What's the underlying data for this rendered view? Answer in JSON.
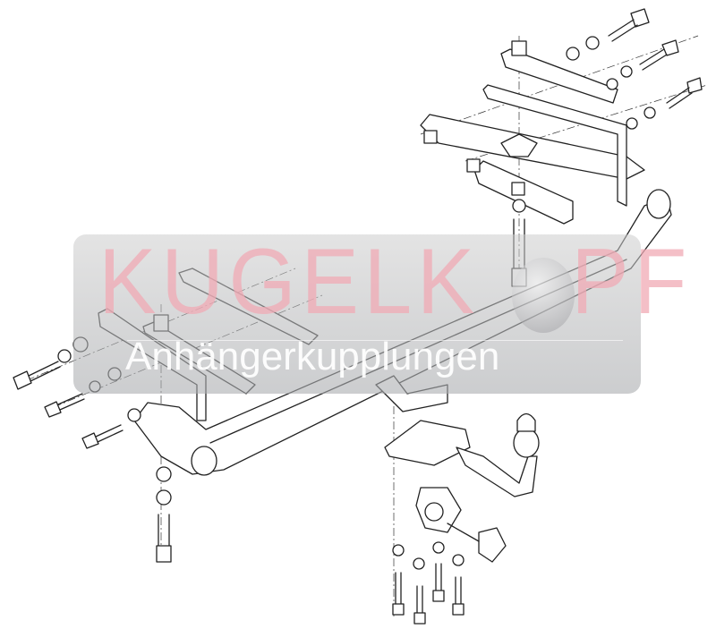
{
  "diagram": {
    "subject": "tow-bar-exploded-view",
    "line_color": "#222222"
  },
  "watermark": {
    "title": "KUGELK PF",
    "subtitle": "Anhängerkupplungen",
    "title_color": "#f0aab4",
    "subtitle_color": "#ffffff",
    "ball-icon": "tow-ball"
  }
}
